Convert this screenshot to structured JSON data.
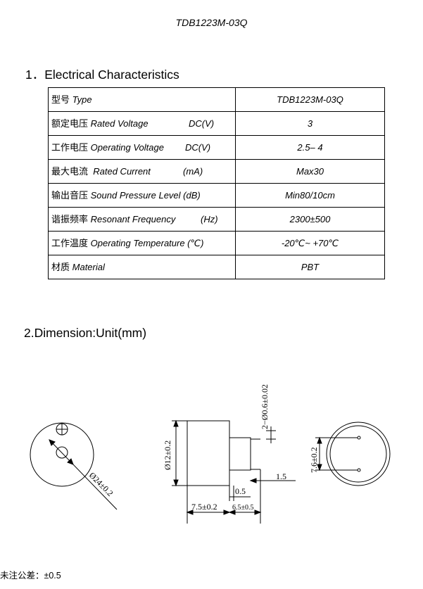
{
  "header": {
    "model": "TDB1223M-03Q"
  },
  "section1": {
    "title": "1．Electrical Characteristics"
  },
  "table": {
    "rows": [
      {
        "cn": "型号",
        "en": "Type",
        "unit": "",
        "value": "TDB1223M-03Q"
      },
      {
        "cn": "额定电压",
        "en": "Rated Voltage",
        "unit": "DC(V)",
        "value": "3"
      },
      {
        "cn": "工作电压",
        "en": "Operating Voltage",
        "unit": "DC(V)",
        "value": "2.5– 4"
      },
      {
        "cn": "最大电流",
        "en": "Rated Current",
        "unit": "(mA)",
        "value": "Max30"
      },
      {
        "cn": "输出音压",
        "en": "Sound Pressure Level (dB)",
        "unit": "",
        "value": "Min80/10cm"
      },
      {
        "cn": "谐振频率",
        "en": "Resonant Frequency",
        "unit": "(Hz)",
        "value": "2300±500"
      },
      {
        "cn": "工作温度",
        "en": "Operating Temperature (℃)",
        "unit": "",
        "value": "-20℃~ +70℃"
      },
      {
        "cn": "材质",
        "en": "Material",
        "unit": "",
        "value": "PBT"
      }
    ]
  },
  "section2": {
    "title": "2.Dimension:Unit(mm)"
  },
  "dimensions": {
    "diameter_outer": "Ø24±0.2",
    "diameter_body": "Ø12±0.2",
    "pin_diameter": "2−Ø0.6±0.02",
    "pin_spacing": "7.6±0.2",
    "pin_length": "1.5",
    "pin_offset": "0.5",
    "body_height": "7.5±0.2",
    "pin_protrusion": "6.5±0.5"
  },
  "footnote": "未注公差：±0.5"
}
